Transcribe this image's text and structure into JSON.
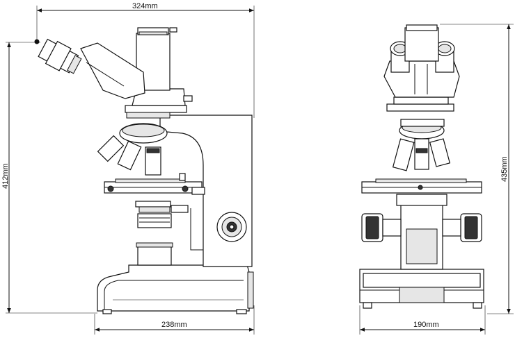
{
  "dimensions": {
    "side_top_width": "324mm",
    "side_height": "412mm",
    "side_base_width": "238mm",
    "front_height": "435mm",
    "front_base_width": "190mm"
  }
}
